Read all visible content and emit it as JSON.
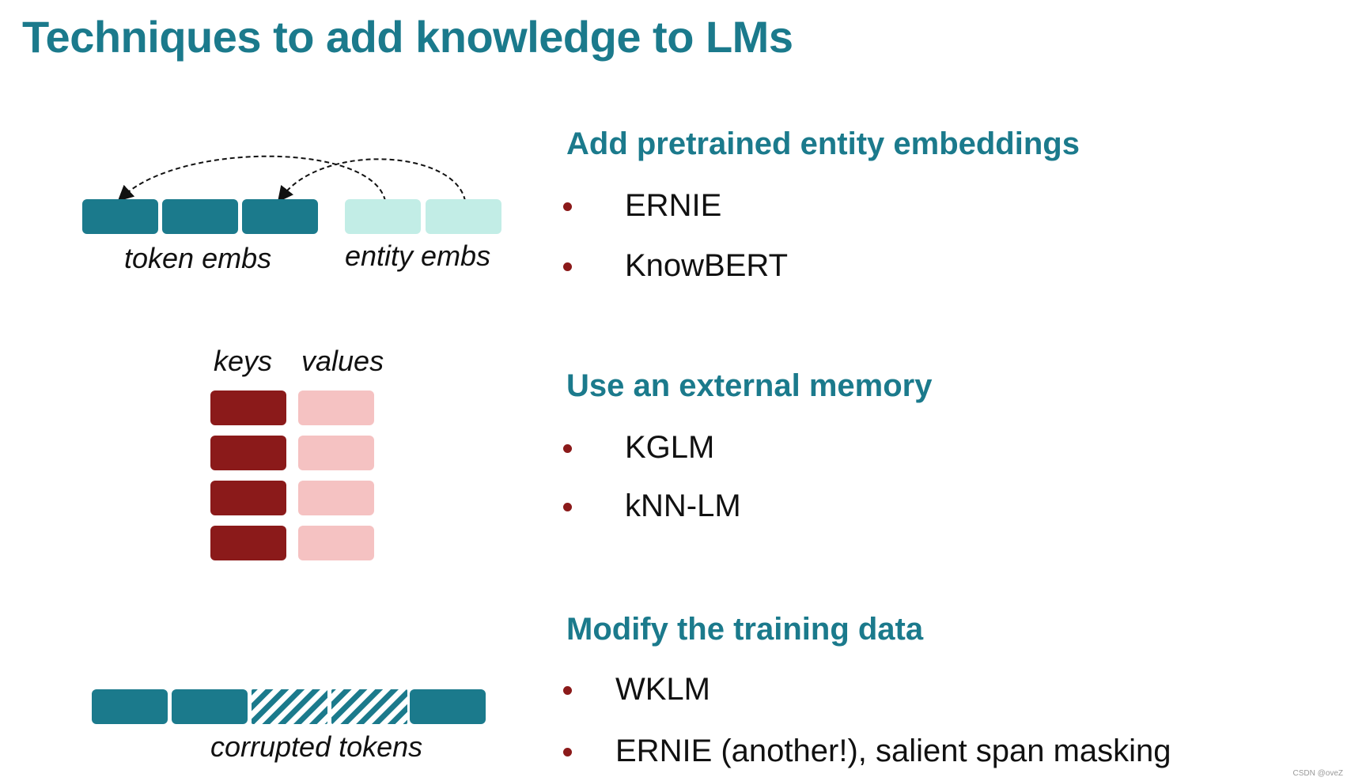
{
  "title": "Techniques to add knowledge to LMs",
  "diagram_labels": {
    "token_embs": "token embs",
    "entity_embs": "entity embs",
    "keys": "keys",
    "values": "values",
    "corrupted_tokens": "corrupted tokens"
  },
  "sections": [
    {
      "heading": "Add pretrained entity embeddings",
      "items": [
        "ERNIE",
        "KnowBERT"
      ]
    },
    {
      "heading": "Use an external memory",
      "items": [
        "KGLM",
        "kNN-LM"
      ]
    },
    {
      "heading": "Modify the training data",
      "items": [
        "WKLM",
        "ERNIE (another!), salient span masking"
      ]
    }
  ],
  "watermark": "CSDN @oveZ",
  "colors": {
    "title": "#1b7a8c",
    "token_block": "#1b7a8c",
    "entity_block": "#c2ede6",
    "key_block": "#8b1a1a",
    "value_block": "#f5c2c2",
    "bullet": "#8b1a1a"
  }
}
